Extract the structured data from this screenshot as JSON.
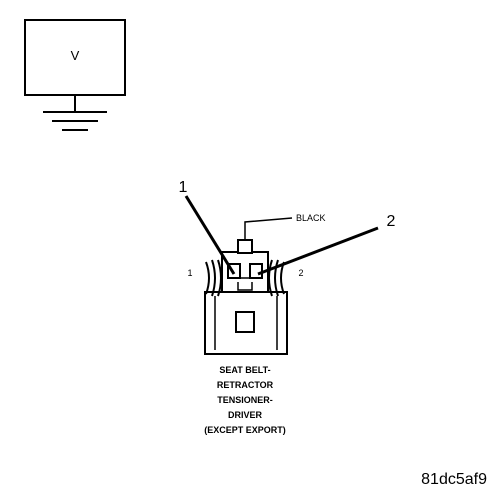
{
  "meter": {
    "label": "V"
  },
  "connector": {
    "wire_color_label": "BLACK",
    "callouts": [
      "1",
      "2"
    ],
    "pin_labels": [
      "1",
      "2"
    ]
  },
  "caption": {
    "lines": [
      "SEAT BELT-",
      "RETRACTOR",
      "TENSIONER-",
      "DRIVER",
      "(EXCEPT EXPORT)"
    ]
  },
  "figure_id": "81dc5af9"
}
